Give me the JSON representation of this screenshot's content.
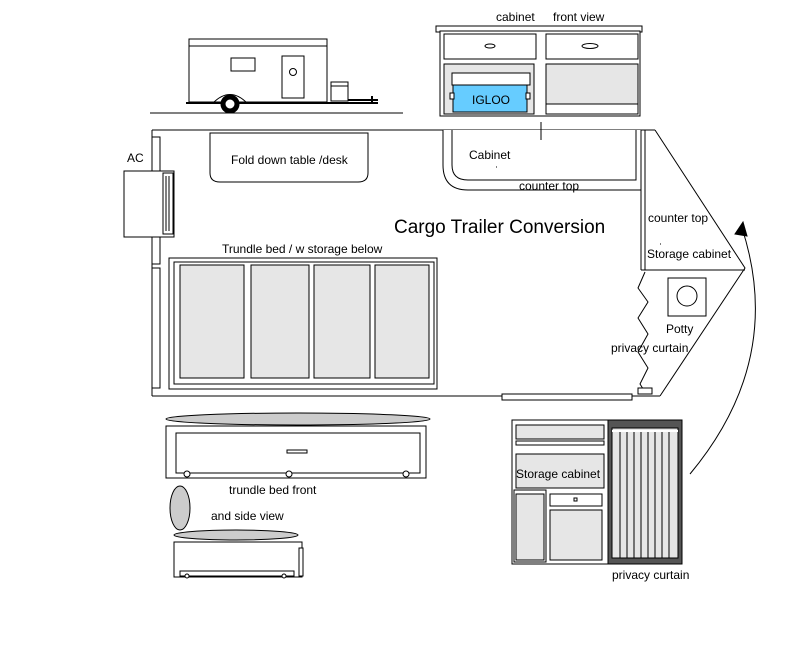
{
  "title": "Cargo Trailer Conversion",
  "labels": {
    "cabinet_top": "cabinet",
    "front_view": "front view",
    "igloo": "IGLOO",
    "ac": "AC",
    "fold_table": "Fold down table /desk",
    "cabinet": "Cabinet",
    "counter_top_1": "counter top",
    "counter_top_2": "counter top",
    "storage_cabinet_1": "Storage cabinet",
    "trundle_bed": "Trundle bed / w storage below",
    "potty": "Potty",
    "privacy_curtain_1": "privacy curtain",
    "trundle_front": "trundle bed front",
    "side_view": "and side view",
    "storage_cabinet_2": "Storage cabinet",
    "privacy_curtain_2": "privacy curtain"
  },
  "colors": {
    "panel_gray": "#e6e6e6",
    "igloo_blue": "#66ccff",
    "dark_gray": "#555555",
    "line": "#000000"
  }
}
